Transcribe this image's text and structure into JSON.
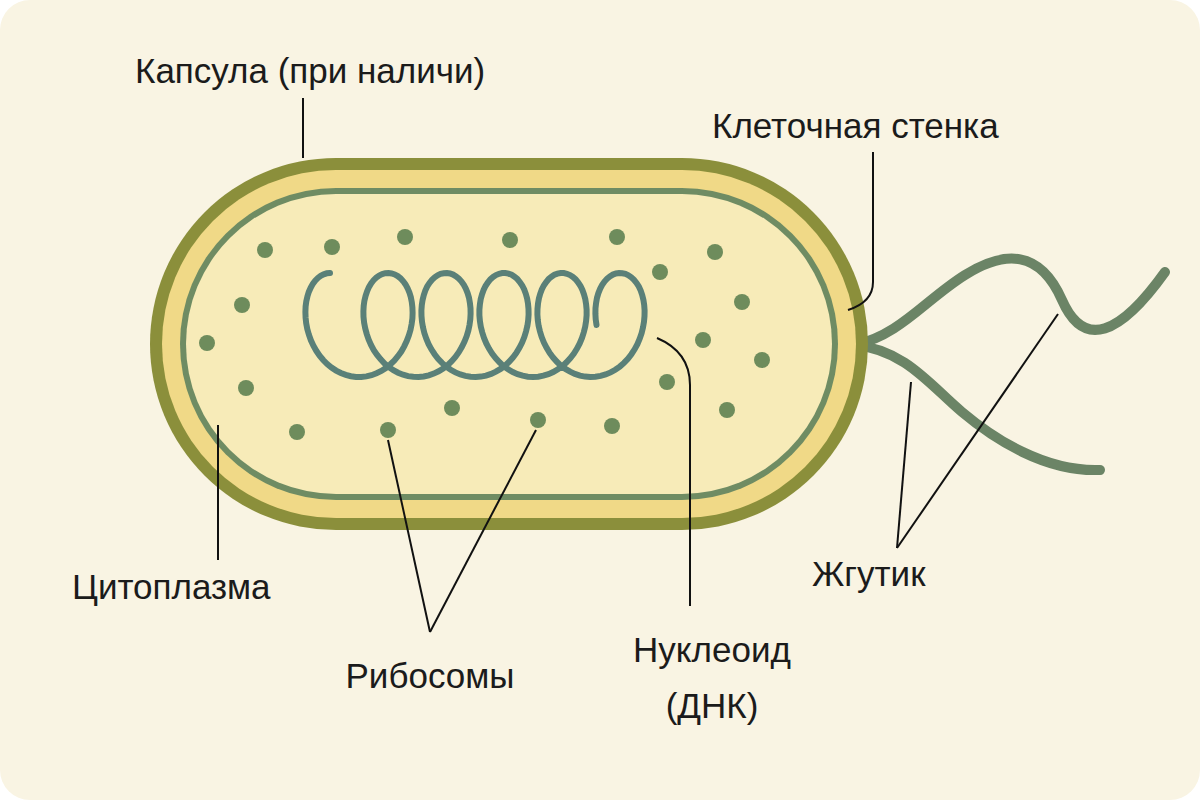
{
  "diagram": {
    "labels": [
      "Капсула (при наличи)",
      "Клеточная стенка",
      "Цитоплазма",
      "Рибосомы",
      "Нуклеоид (ДНК)",
      "Жгутик"
    ]
  }
}
